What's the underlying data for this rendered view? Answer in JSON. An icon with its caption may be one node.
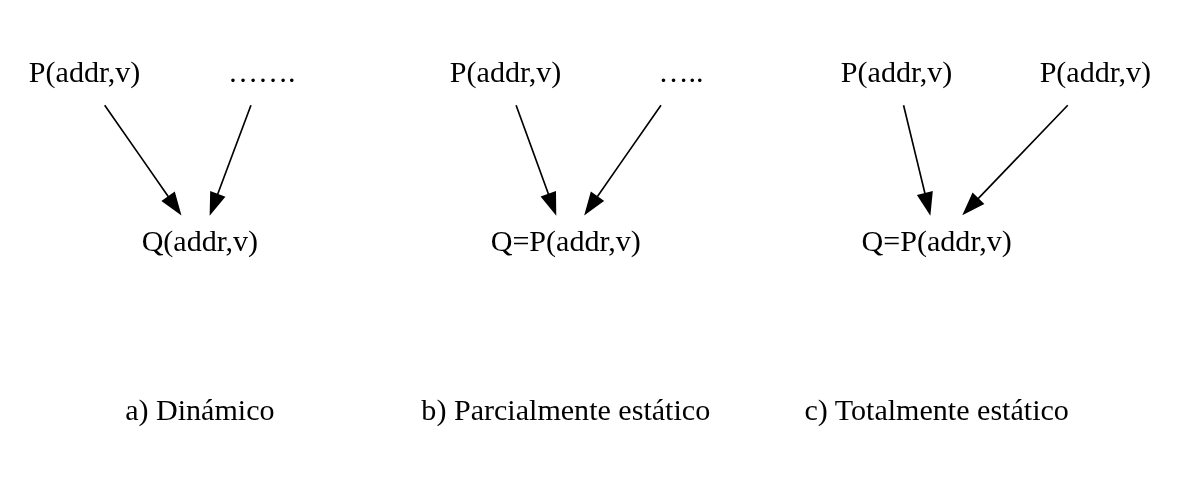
{
  "diagram": {
    "nodes": [
      {
        "text": [
          "P(addr,v)"
        ]
      },
      {
        "text": [
          "……."
        ]
      },
      {
        "text": [
          "Q(addr,v)"
        ]
      },
      {
        "text": [
          "P(addr,v)"
        ]
      },
      {
        "text": [
          "….."
        ]
      },
      {
        "text": [
          "Q=P(addr,v)"
        ]
      },
      {
        "text": [
          "P(addr,v)"
        ]
      },
      {
        "text": [
          "P(addr,v)"
        ]
      },
      {
        "text": [
          "Q=P(addr,v)"
        ]
      }
    ],
    "edges": [
      {
        "from": 0,
        "to": 2,
        "arrow": "to"
      },
      {
        "from": 1,
        "to": 2,
        "arrow": "to"
      },
      {
        "from": 3,
        "to": 5,
        "arrow": "to"
      },
      {
        "from": 4,
        "to": 5,
        "arrow": "to"
      },
      {
        "from": 6,
        "to": 8,
        "arrow": "to"
      },
      {
        "from": 7,
        "to": 8,
        "arrow": "to"
      }
    ],
    "labels": [
      "a) Dinámico",
      "b) Parcialmente estático",
      "c) Totalmente estático"
    ]
  }
}
